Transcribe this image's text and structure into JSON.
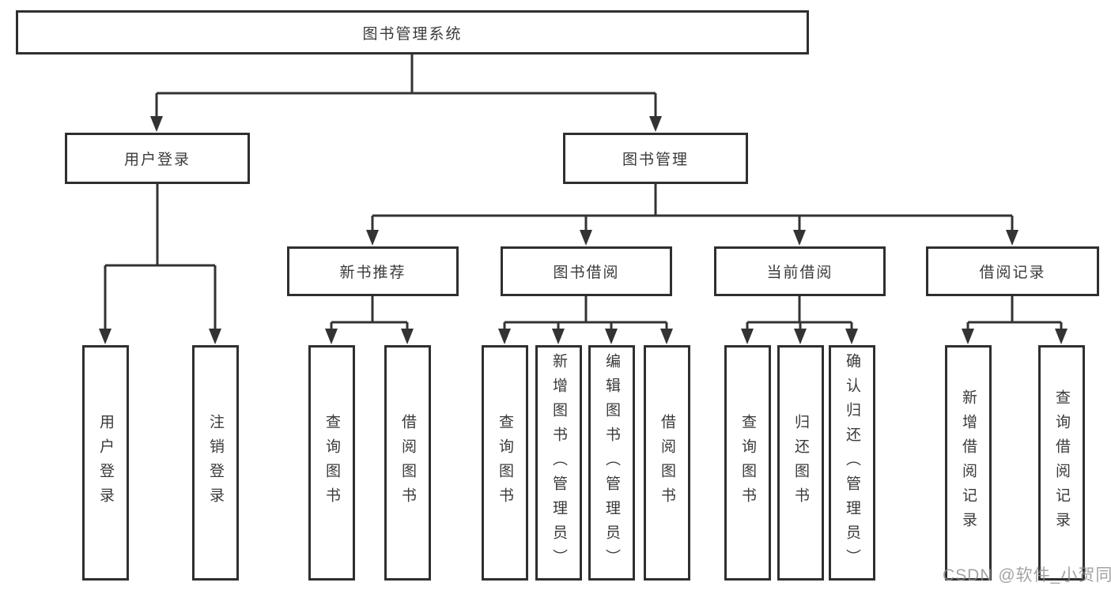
{
  "diagram": {
    "root": {
      "label": "图书管理系统"
    },
    "level2": [
      {
        "label": "用户登录"
      },
      {
        "label": "图书管理"
      }
    ],
    "categories": [
      {
        "label": "新书推荐",
        "parent": "图书管理"
      },
      {
        "label": "图书借阅",
        "parent": "图书管理"
      },
      {
        "label": "当前借阅",
        "parent": "图书管理"
      },
      {
        "label": "借阅记录",
        "parent": "图书管理"
      }
    ],
    "leaves": [
      {
        "label": "用户登录",
        "parent": "用户登录"
      },
      {
        "label": "注销登录",
        "parent": "用户登录"
      },
      {
        "label": "查询图书",
        "parent": "新书推荐"
      },
      {
        "label": "借阅图书",
        "parent": "新书推荐"
      },
      {
        "label": "查询图书",
        "parent": "图书借阅"
      },
      {
        "label": "新增图书（管理员）",
        "parent": "图书借阅"
      },
      {
        "label": "编辑图书（管理员）",
        "parent": "图书借阅"
      },
      {
        "label": "借阅图书",
        "parent": "图书借阅"
      },
      {
        "label": "查询图书",
        "parent": "当前借阅"
      },
      {
        "label": "归还图书",
        "parent": "当前借阅"
      },
      {
        "label": "确认归还（管理员）",
        "parent": "当前借阅"
      },
      {
        "label": "新增借阅记录",
        "parent": "借阅记录"
      },
      {
        "label": "查询借阅记录",
        "parent": "借阅记录"
      }
    ]
  },
  "watermark": "CSDN @软件_小贺同学",
  "colors": {
    "background": "#ffffff",
    "box_fill": "#ffffff",
    "box_border": "#2f2f2f",
    "line": "#333333",
    "text": "#3a3a3a",
    "watermark": "#8c8c8c"
  }
}
